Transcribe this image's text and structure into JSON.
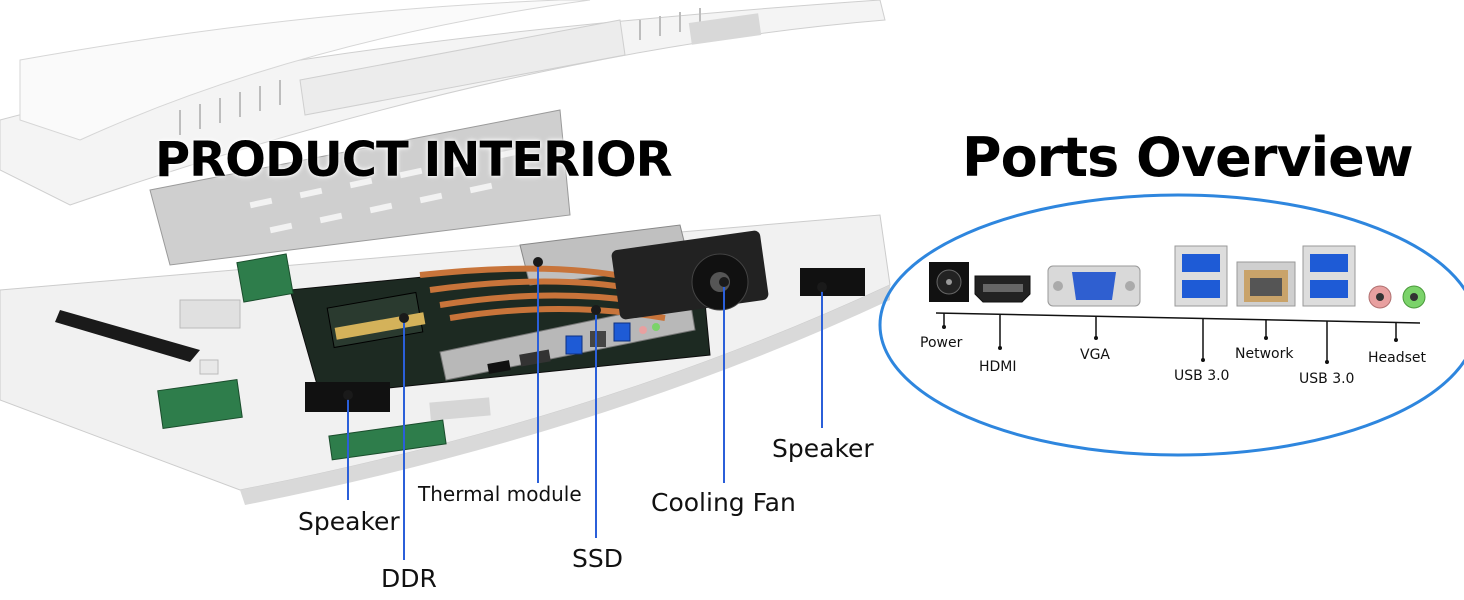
{
  "interior": {
    "title": "PRODUCT INTERIOR",
    "callouts": {
      "speaker_left": "Speaker",
      "ddr": "DDR",
      "thermal": "Thermal module",
      "ssd": "SSD",
      "fan": "Cooling Fan",
      "speaker_right": "Speaker"
    }
  },
  "ports": {
    "title": "Ports Overview",
    "labels": {
      "power": "Power",
      "hdmi": "HDMI",
      "vga": "VGA",
      "usb_a": "USB 3.0",
      "network": "Network",
      "usb_b": "USB 3.0",
      "headset": "Headset"
    }
  },
  "colors": {
    "callout_line": "#2b5fd9",
    "ellipse": "#2e86de",
    "usb_blue": "#1e5bd6",
    "copper": "#c8743a",
    "pcb_green": "#2e7d4b",
    "audio_pink": "#e8a0a0",
    "audio_green": "#7bd36a"
  }
}
